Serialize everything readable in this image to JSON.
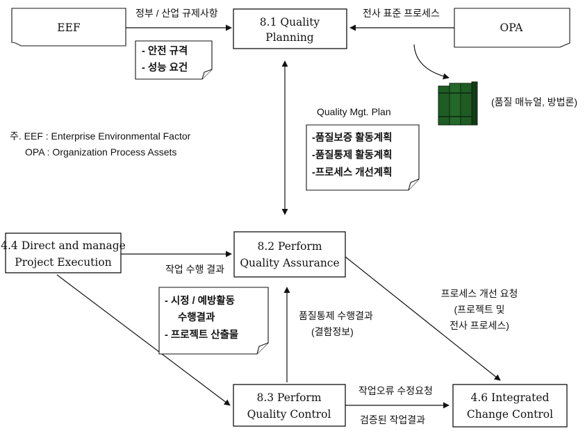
{
  "nodes": {
    "eef": "EEF",
    "opa": "OPA",
    "plan": [
      "8.1 Quality",
      "Planning"
    ],
    "qa": [
      "8.2 Perform",
      "Quality Assurance"
    ],
    "qc": [
      "8.3 Perform",
      "Quality Control"
    ],
    "direct": [
      "4.4 Direct and manage",
      "Project Execution"
    ],
    "change": [
      "4.6 Integrated",
      "Change Control"
    ]
  },
  "labels": {
    "gov_regs": "정부 / 산업 규제사항",
    "std_process": "전사 표준 프로세스",
    "manual": "(품질 매뉴얼, 방법론)",
    "mgt_plan": "Quality Mgt. Plan",
    "work_results": "작업 수행 결과",
    "qc_results": [
      "품질통제 수행결과",
      "(결함정보)"
    ],
    "improve_req": [
      "프로세스 개선 요청",
      "(프로젝트 및",
      "전사 프로세스)"
    ],
    "work_error_req": "작업오류 수정요청",
    "verified_results": "검증된 작업결과"
  },
  "notes": {
    "eef_note": [
      "- 안전 규격",
      "- 성능 요건"
    ],
    "plan_note": [
      "-품질보증 활동계획",
      "-품질통제 활동계획",
      "-프로세스 개선계획"
    ],
    "exec_note": [
      "- 시정 /  예방활동",
      "수행결과",
      "- 프로젝트 산출물"
    ]
  },
  "legend": [
    "주. EEF : Enterprise Environmental Factor",
    "OPA : Organization Process Assets"
  ],
  "colors": {
    "binder": "#1f5c24",
    "binder_dark": "#123a16",
    "line": "#111111"
  }
}
